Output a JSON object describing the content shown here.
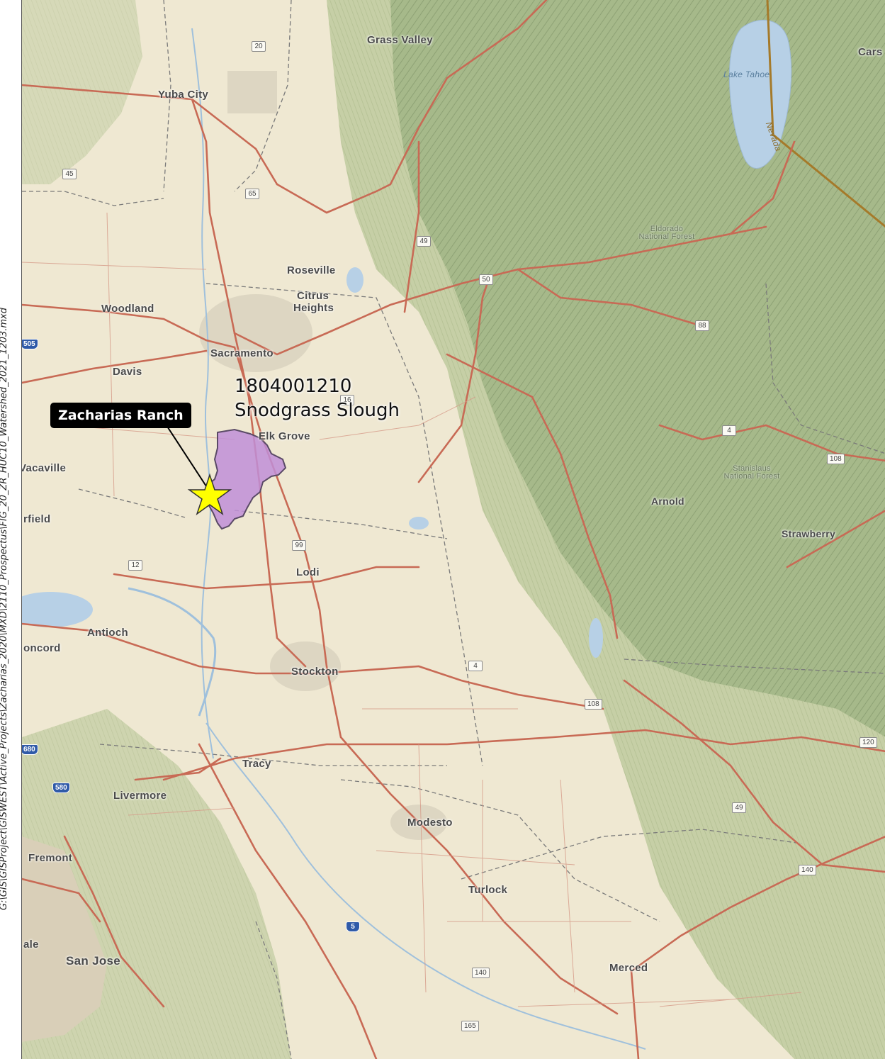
{
  "file_path": "G:\\GIS\\GISProject\\GISWEST\\Active_Projects\\Zacharias_2020\\MXD\\2110_Prospectus\\FIG_20_ZR_HUC10_Watershed_2021_1203.mxd",
  "watershed": {
    "huc_code": "1804001210",
    "name": "Snodgrass Slough",
    "fill_color": "#c08ed8",
    "outline_color": "#5a4a66"
  },
  "site": {
    "label": "Zacharias Ranch",
    "marker": "star-icon",
    "marker_color": "#ffff00"
  },
  "places": {
    "grass_valley": "Grass Valley",
    "yuba_city": "Yuba City",
    "roseville": "Roseville",
    "citrus_heights_1": "Citrus",
    "citrus_heights_2": "Heights",
    "woodland": "Woodland",
    "sacramento": "Sacramento",
    "davis": "Davis",
    "elk_grove": "Elk Grove",
    "vacaville": "Vacaville",
    "fairfield": "rfield",
    "lodi": "Lodi",
    "antioch": "Antioch",
    "concord": "oncord",
    "stockton": "Stockton",
    "tracy": "Tracy",
    "livermore": "Livermore",
    "modesto": "Modesto",
    "fremont": "Fremont",
    "turlock": "Turlock",
    "san_jose": "San Jose",
    "sunnyvale": "ale",
    "merced": "Merced",
    "arnold": "Arnold",
    "strawberry": "Strawberry",
    "carson": "Cars"
  },
  "water_labels": {
    "lake_tahoe": "Lake Tahoe",
    "nevada": "Nevada"
  },
  "forests": {
    "eldorado": "Eldorado National Forest",
    "stanislaus": "Stanislaus National Forest"
  },
  "highways": [
    "20",
    "45",
    "65",
    "49",
    "50",
    "88",
    "16",
    "99",
    "12",
    "4",
    "108",
    "140",
    "165",
    "5",
    "505",
    "580",
    "680",
    "49",
    "120",
    "140"
  ],
  "colors": {
    "land": "#efe8d2",
    "mountains": "#a9bc8e",
    "roads": "#c86a55",
    "water": "#b7d0e6",
    "state_line": "#a57a2a",
    "county_line": "#7a7a7a"
  }
}
